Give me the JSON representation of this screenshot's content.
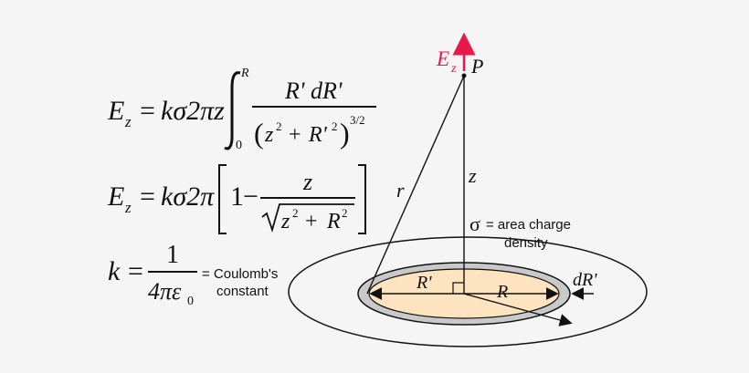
{
  "equations": {
    "eq1": {
      "lhs": "E",
      "lhs_sub": "z",
      "eq": "=",
      "coef": "kσ2πz",
      "int_upper": "R",
      "int_lower": "0",
      "num": "R' dR'",
      "den_z": "z",
      "den_z_exp": "2",
      "den_plus": "+",
      "den_r": "R'",
      "den_r_exp": "2",
      "den_outer_exp": "3/2"
    },
    "eq2": {
      "lhs": "E",
      "lhs_sub": "z",
      "eq": "=",
      "coef": "kσ2π",
      "one": "1",
      "minus": "−",
      "num": "z",
      "den_z": "z",
      "den_z_exp": "2",
      "den_plus": "+",
      "den_r": "R",
      "den_r_exp": "2"
    },
    "eq3": {
      "lhs": "k",
      "eq": "=",
      "num": "1",
      "den": "4πε",
      "den_sub": "0",
      "note_line1": "= Coulomb's",
      "note_line2": "constant"
    }
  },
  "diagram": {
    "field_label": "E",
    "field_sub": "z",
    "point_label": "P",
    "z_label": "z",
    "r_label": "r",
    "sigma_symbol": "σ",
    "sigma_text": "= area charge",
    "sigma_text2": "density",
    "rprime_label": "R'",
    "R_label": "R",
    "dR_label": "dR'",
    "colors": {
      "field_arrow": "#e8184a",
      "disk_fill": "#fde3bf",
      "ring_fill": "#c9c9c9",
      "line": "#111111",
      "background": "#f5f5f5"
    }
  }
}
